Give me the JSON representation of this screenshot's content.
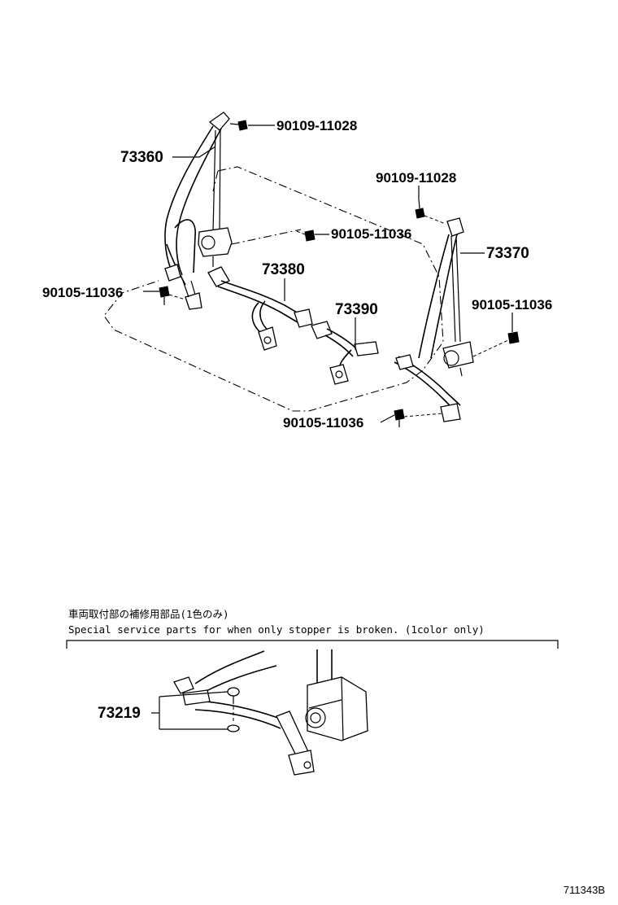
{
  "parts": {
    "p73360": "73360",
    "p73370": "73370",
    "p73380": "73380",
    "p73390": "73390",
    "p73219": "73219",
    "b90109_a": "90109-11028",
    "b90109_b": "90109-11028",
    "b90105_a": "90105-11036",
    "b90105_b": "90105-11036",
    "b90105_c": "90105-11036",
    "b90105_d": "90105-11036"
  },
  "note": {
    "japanese": "車両取付部の補修用部品(1色のみ)",
    "english": "Special service parts for when only stopper is broken. (1color only)"
  },
  "reference_code": "711343B"
}
